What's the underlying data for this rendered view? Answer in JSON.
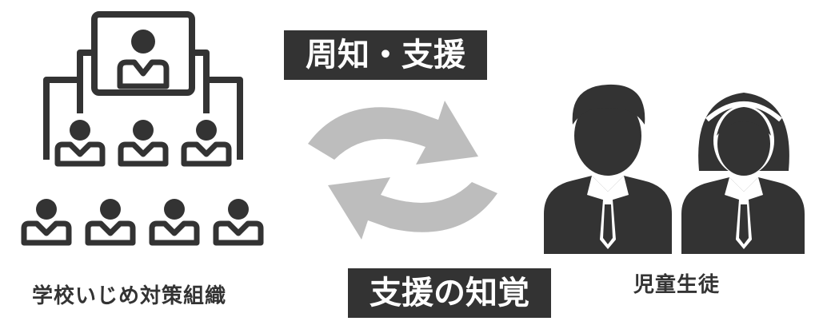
{
  "diagram": {
    "left_group_label": "学校いじめ対策組織",
    "right_group_label": "児童生徒",
    "top_banner": "周知・支援",
    "bottom_banner": "支援の知覚",
    "colors": {
      "icon": "#333333",
      "arrow": "#bdbdbd",
      "banner_bg": "#333333",
      "banner_text": "#ffffff"
    }
  }
}
